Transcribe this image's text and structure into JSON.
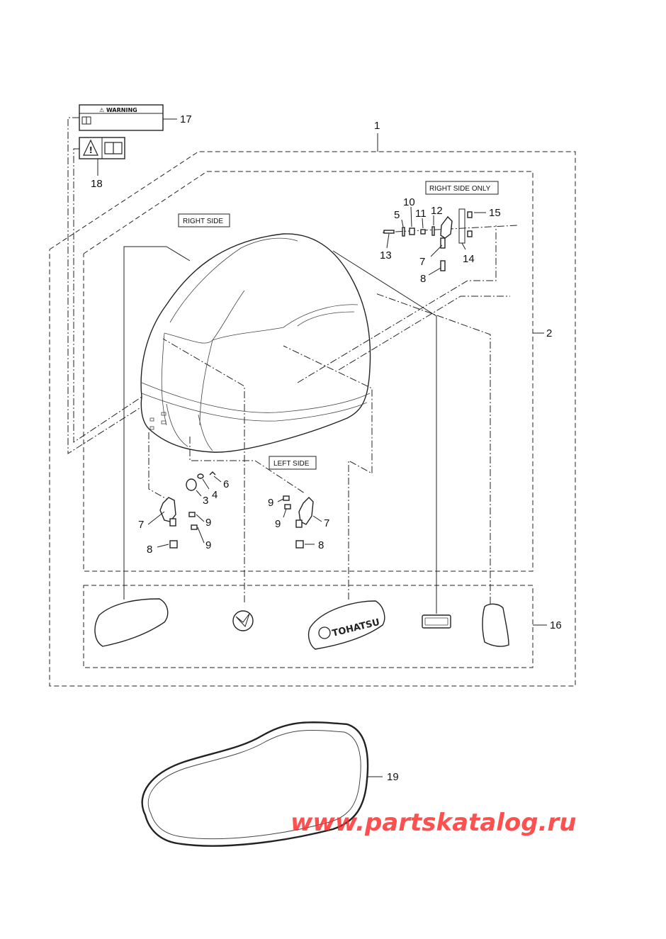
{
  "labels": {
    "right_side": "RIGHT SIDE",
    "left_side": "LEFT SIDE",
    "right_side_only": "RIGHT SIDE ONLY",
    "warning": "⚠ WARNING"
  },
  "brand_text": "TOHATSU",
  "watermark": "www.partskatalog.ru",
  "callouts": {
    "c1": "1",
    "c2": "2",
    "c3": "3",
    "c4": "4",
    "c5": "5",
    "c6": "6",
    "c7a": "7",
    "c7b": "7",
    "c7c": "7",
    "c8a": "8",
    "c8b": "8",
    "c8c": "8",
    "c9a": "9",
    "c9b": "9",
    "c9c": "9",
    "c9d": "9",
    "c10": "10",
    "c11": "11",
    "c12": "12",
    "c13": "13",
    "c14": "14",
    "c15": "15",
    "c16": "16",
    "c17": "17",
    "c18": "18",
    "c19": "19"
  },
  "colors": {
    "watermark": "#ff2a2a",
    "lines": "#222222"
  }
}
